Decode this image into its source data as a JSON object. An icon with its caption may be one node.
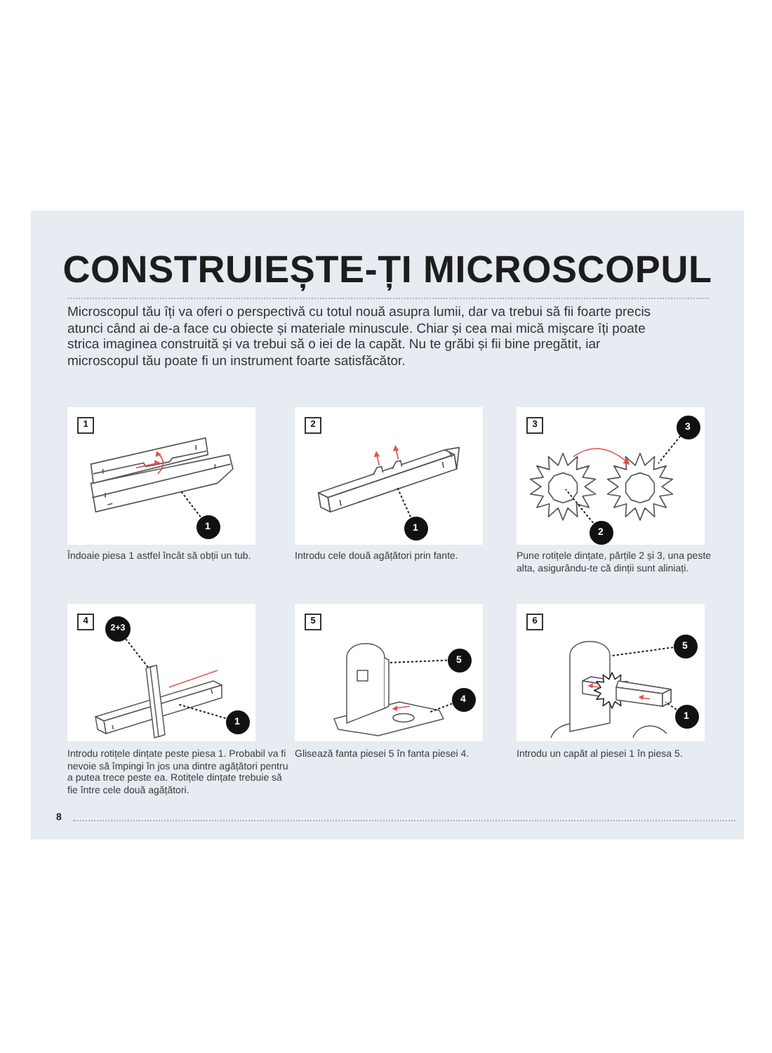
{
  "diagram": {
    "title": "CONSTRUIEȘTE-ȚI MICROSCOPUL",
    "nodes": [
      {
        "text": [],
        "shape": "box",
        "beside": [
          "Îndoaie piesa 1 astfel încât să obții un tub."
        ]
      },
      {
        "text": [
          "1"
        ],
        "in": 0
      },
      {
        "text": [
          "1"
        ],
        "in": 0
      },
      {
        "text": [],
        "shape": "box",
        "beside": [
          "Introdu cele două agățători prin fante."
        ]
      },
      {
        "text": [
          "2"
        ],
        "in": 3
      },
      {
        "text": [
          "1"
        ],
        "in": 3
      },
      {
        "text": [],
        "shape": "box",
        "beside": [
          "Pune rotițele dințate, părțile 2 și 3, una peste alta, asigurându-te că dinții sunt aliniați."
        ]
      },
      {
        "text": [
          "3"
        ],
        "in": 6
      },
      {
        "text": [
          "3"
        ],
        "in": 6
      },
      {
        "text": [
          "2"
        ],
        "in": 6
      },
      {
        "text": [],
        "shape": "box",
        "beside": [
          "Introdu rotițele dințate peste piesa 1. Probabil va fi nevoie să împingi în jos una dintre agățători pentru a putea trece peste ea. Rotițele dințate trebuie să fie între cele două agățători."
        ]
      },
      {
        "text": [
          "4"
        ],
        "in": 10
      },
      {
        "text": [
          "2+3"
        ],
        "in": 10
      },
      {
        "text": [
          "1"
        ],
        "in": 10
      },
      {
        "text": [],
        "shape": "box",
        "beside": [
          "Glisează fanta piesei 5 în fanta piesei 4."
        ]
      },
      {
        "text": [
          "5"
        ],
        "in": 14
      },
      {
        "text": [
          "5"
        ],
        "in": 14
      },
      {
        "text": [
          "4"
        ],
        "in": 14
      },
      {
        "text": [],
        "shape": "box",
        "beside": [
          "Introdu un capăt al piesei 1 în piesa 5."
        ]
      },
      {
        "text": [
          "6"
        ],
        "in": 18
      },
      {
        "text": [
          "5"
        ],
        "in": 18
      },
      {
        "text": [
          "1"
        ],
        "in": 18
      }
    ],
    "edges": [
      {
        "from": 2,
        "to": null,
        "arrow": "none",
        "style": "dashed"
      },
      {
        "from": 5,
        "to": null,
        "arrow": "none",
        "style": "dashed"
      },
      {
        "from": 8,
        "to": null,
        "arrow": "none",
        "style": "dashed"
      },
      {
        "from": 9,
        "to": null,
        "arrow": "none",
        "style": "dashed"
      },
      {
        "from": 12,
        "to": null,
        "arrow": "none",
        "style": "dashed"
      },
      {
        "from": 13,
        "to": null,
        "arrow": "none",
        "style": "dashed"
      },
      {
        "from": 16,
        "to": null,
        "arrow": "none",
        "style": "dashed"
      },
      {
        "from": 17,
        "to": null,
        "arrow": "none",
        "style": "dashed"
      },
      {
        "from": 20,
        "to": null,
        "arrow": "none",
        "style": "dashed"
      },
      {
        "from": 21,
        "to": null,
        "arrow": "none",
        "style": "dashed"
      }
    ],
    "labels": [
      "Microscopul tău îți va oferi o perspectivă cu totul nouă asupra lumii, dar va trebui să fii foarte precis atunci când ai de-a face cu obiecte și materiale minuscule. Chiar și cea mai mică mișcare îți poate strica imaginea construită și va trebui să o iei de la capăt. Nu te grăbi și fii bine pregătit, iar microscopul tău poate fi un instrument foarte satisfăcător.",
      "8"
    ]
  }
}
